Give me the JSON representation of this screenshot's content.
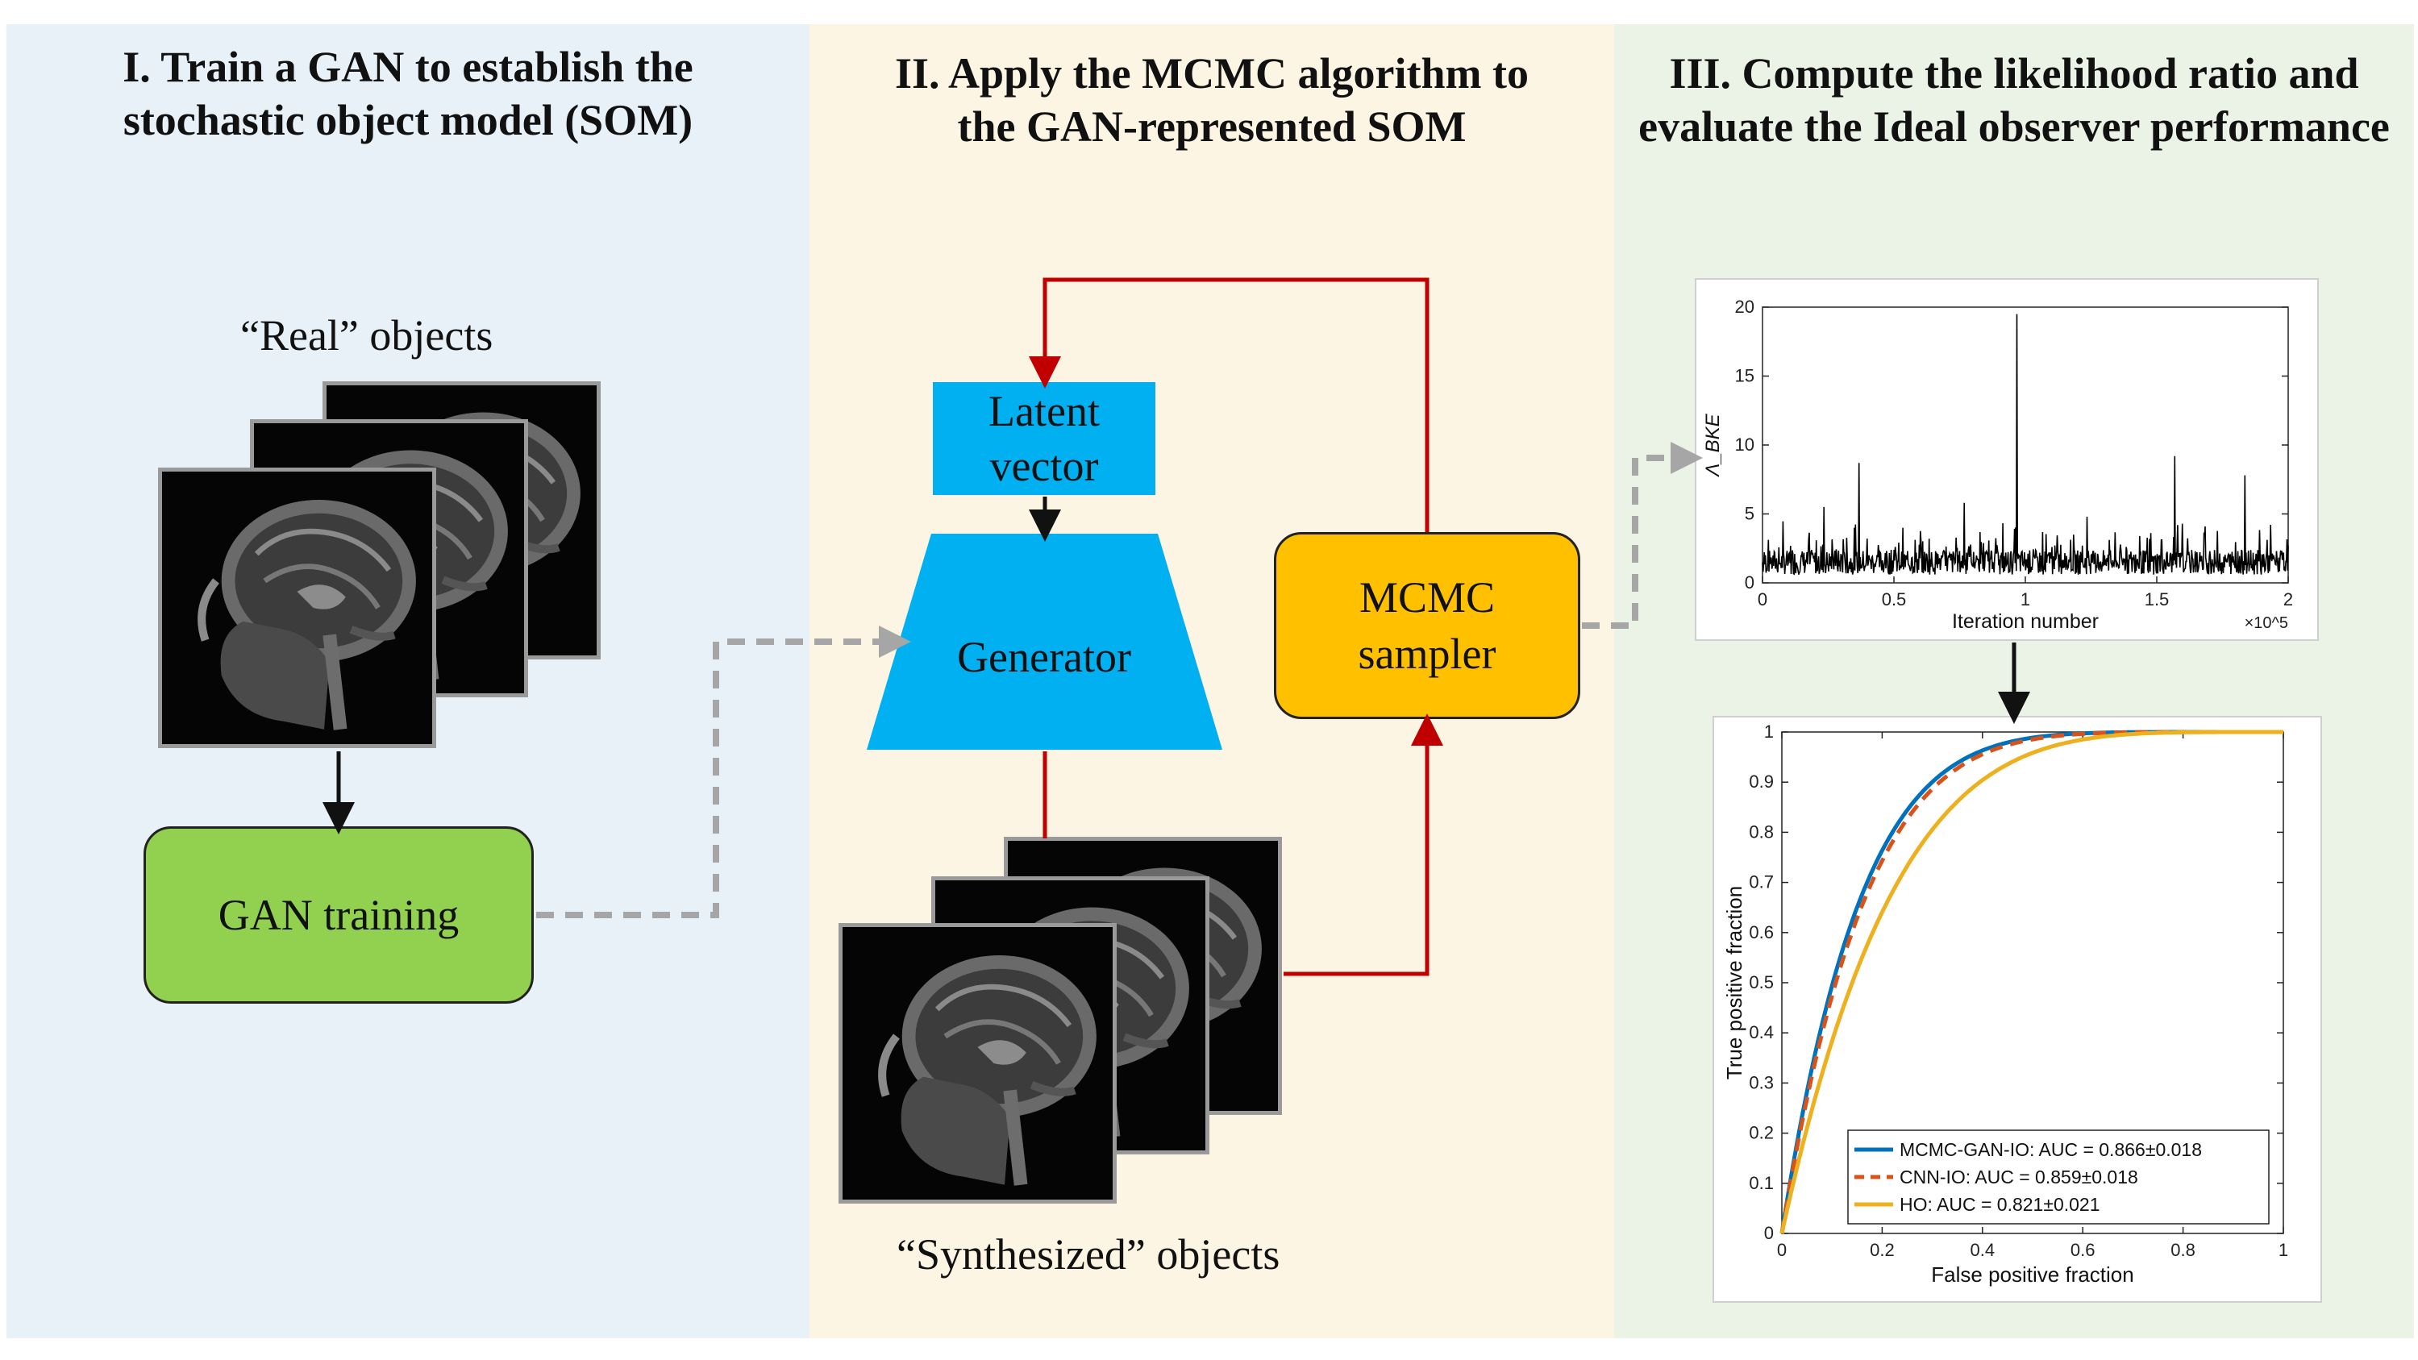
{
  "panels": [
    {
      "title_line1": "I. Train a GAN to establish the",
      "title_line2": "stochastic object model (SOM)",
      "bg": "#e9f1f8"
    },
    {
      "title_line1": "II. Apply the MCMC algorithm to",
      "title_line2": "the GAN-represented SOM",
      "bg": "#fdf5e3"
    },
    {
      "title_line1": "III. Compute the likelihood ratio and",
      "title_line2": "evaluate the Ideal observer performance",
      "bg": "#ebf3e6"
    }
  ],
  "real_objects_label": "“Real” objects",
  "synth_objects_label": "“Synthesized” objects",
  "gan_training": {
    "label": "GAN training",
    "color": "#92d050"
  },
  "latent_vector": {
    "line1": "Latent",
    "line2": "vector",
    "color": "#00b0f0"
  },
  "generator": {
    "label": "Generator",
    "color": "#00b0f0"
  },
  "mcmc_sampler": {
    "line1": "MCMC",
    "line2": "sampler",
    "color": "#ffc000"
  },
  "colors": {
    "red_arrow": "#c00000",
    "dashed_arrow": "#a6a6a6",
    "mcmc_gan": "#0072bd",
    "cnn": "#d95319",
    "ho": "#edb120"
  },
  "chart_data": [
    {
      "type": "line",
      "title": "",
      "xlabel": "Iteration number",
      "ylabel": "Λ_BKE",
      "x_multiplier": "×10^5",
      "xlim": [
        0,
        2
      ],
      "ylim": [
        0,
        20
      ],
      "xticks": [
        "0",
        "0.5",
        "1",
        "1.5",
        "2"
      ],
      "yticks": [
        "0",
        "5",
        "10",
        "15",
        "20"
      ],
      "series": [
        {
          "values": [
            1.8,
            2.1,
            1.5,
            5.5,
            2.0,
            8.7,
            1.6,
            2.4,
            1.8,
            3.2,
            1.4,
            5.8,
            2.2,
            1.7,
            19.5,
            1.9,
            2.6,
            1.5,
            4.8,
            2.0,
            1.6,
            3.4,
            2.1,
            9.2,
            1.8,
            2.3,
            1.5,
            7.8,
            2.0,
            1.7
          ]
        }
      ]
    },
    {
      "type": "line",
      "title": "",
      "xlabel": "False positive fraction",
      "ylabel": "True positive fraction",
      "xlim": [
        0,
        1
      ],
      "ylim": [
        0,
        1
      ],
      "xticks": [
        "0",
        "0.2",
        "0.4",
        "0.6",
        "0.8",
        "1"
      ],
      "yticks": [
        "0",
        "0.1",
        "0.2",
        "0.3",
        "0.4",
        "0.5",
        "0.6",
        "0.7",
        "0.8",
        "0.9",
        "1"
      ],
      "legend_position": "bottom-right",
      "series": [
        {
          "name": "MCMC-GAN-IO: AUC = 0.866±0.018",
          "auc": 0.866,
          "style": "solid"
        },
        {
          "name": "CNN-IO: AUC = 0.859±0.018",
          "auc": 0.859,
          "style": "dashed"
        },
        {
          "name": "HO: AUC = 0.821±0.021",
          "auc": 0.821,
          "style": "solid"
        }
      ]
    }
  ]
}
